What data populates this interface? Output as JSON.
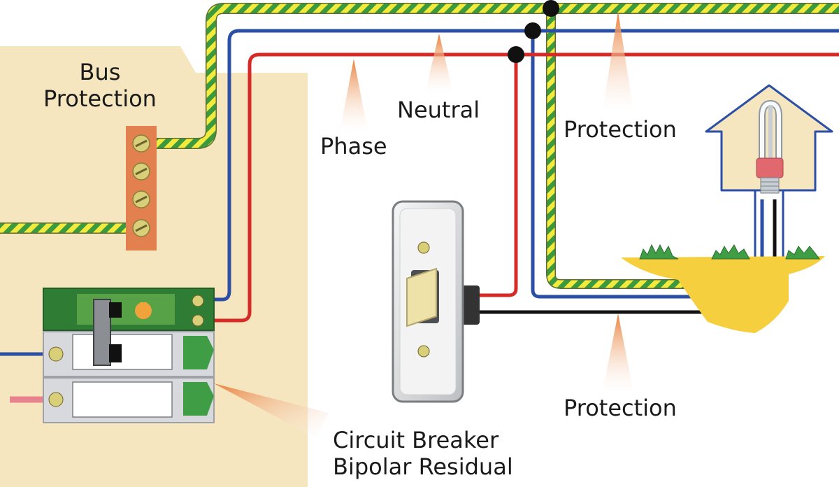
{
  "labels": {
    "bus_protection": [
      "Bus",
      "Protection"
    ],
    "phase": "Phase",
    "neutral": "Neutral",
    "protection_top": "Protection",
    "protection_bottom": "Protection",
    "circuit_breaker": [
      "Circuit Breaker",
      "Bipolar Residual"
    ]
  },
  "colors": {
    "panel": "#f6e6bf",
    "phase_wire": "#d62a27",
    "neutral_wire": "#2a4fa5",
    "ground_green": "#3c9a3e",
    "ground_yellow": "#f2ea3c",
    "black_wire": "#111111",
    "terminal_bar": "#e2814f",
    "breaker_green": "#2f7d34",
    "breaker_grey": "#d7d9dc",
    "switch_plate": "#e9eaec",
    "switch_rocker": "#efe2a8",
    "soil": "#f5cf3e",
    "house": "#f6e6bf",
    "house_outline": "#2a4fa5",
    "bulb_base": "#e1686f",
    "arrow": "#e8803a"
  },
  "icons": [
    "screw-icon",
    "light-bulb-icon",
    "grass-icon",
    "toggle-switch-icon"
  ]
}
